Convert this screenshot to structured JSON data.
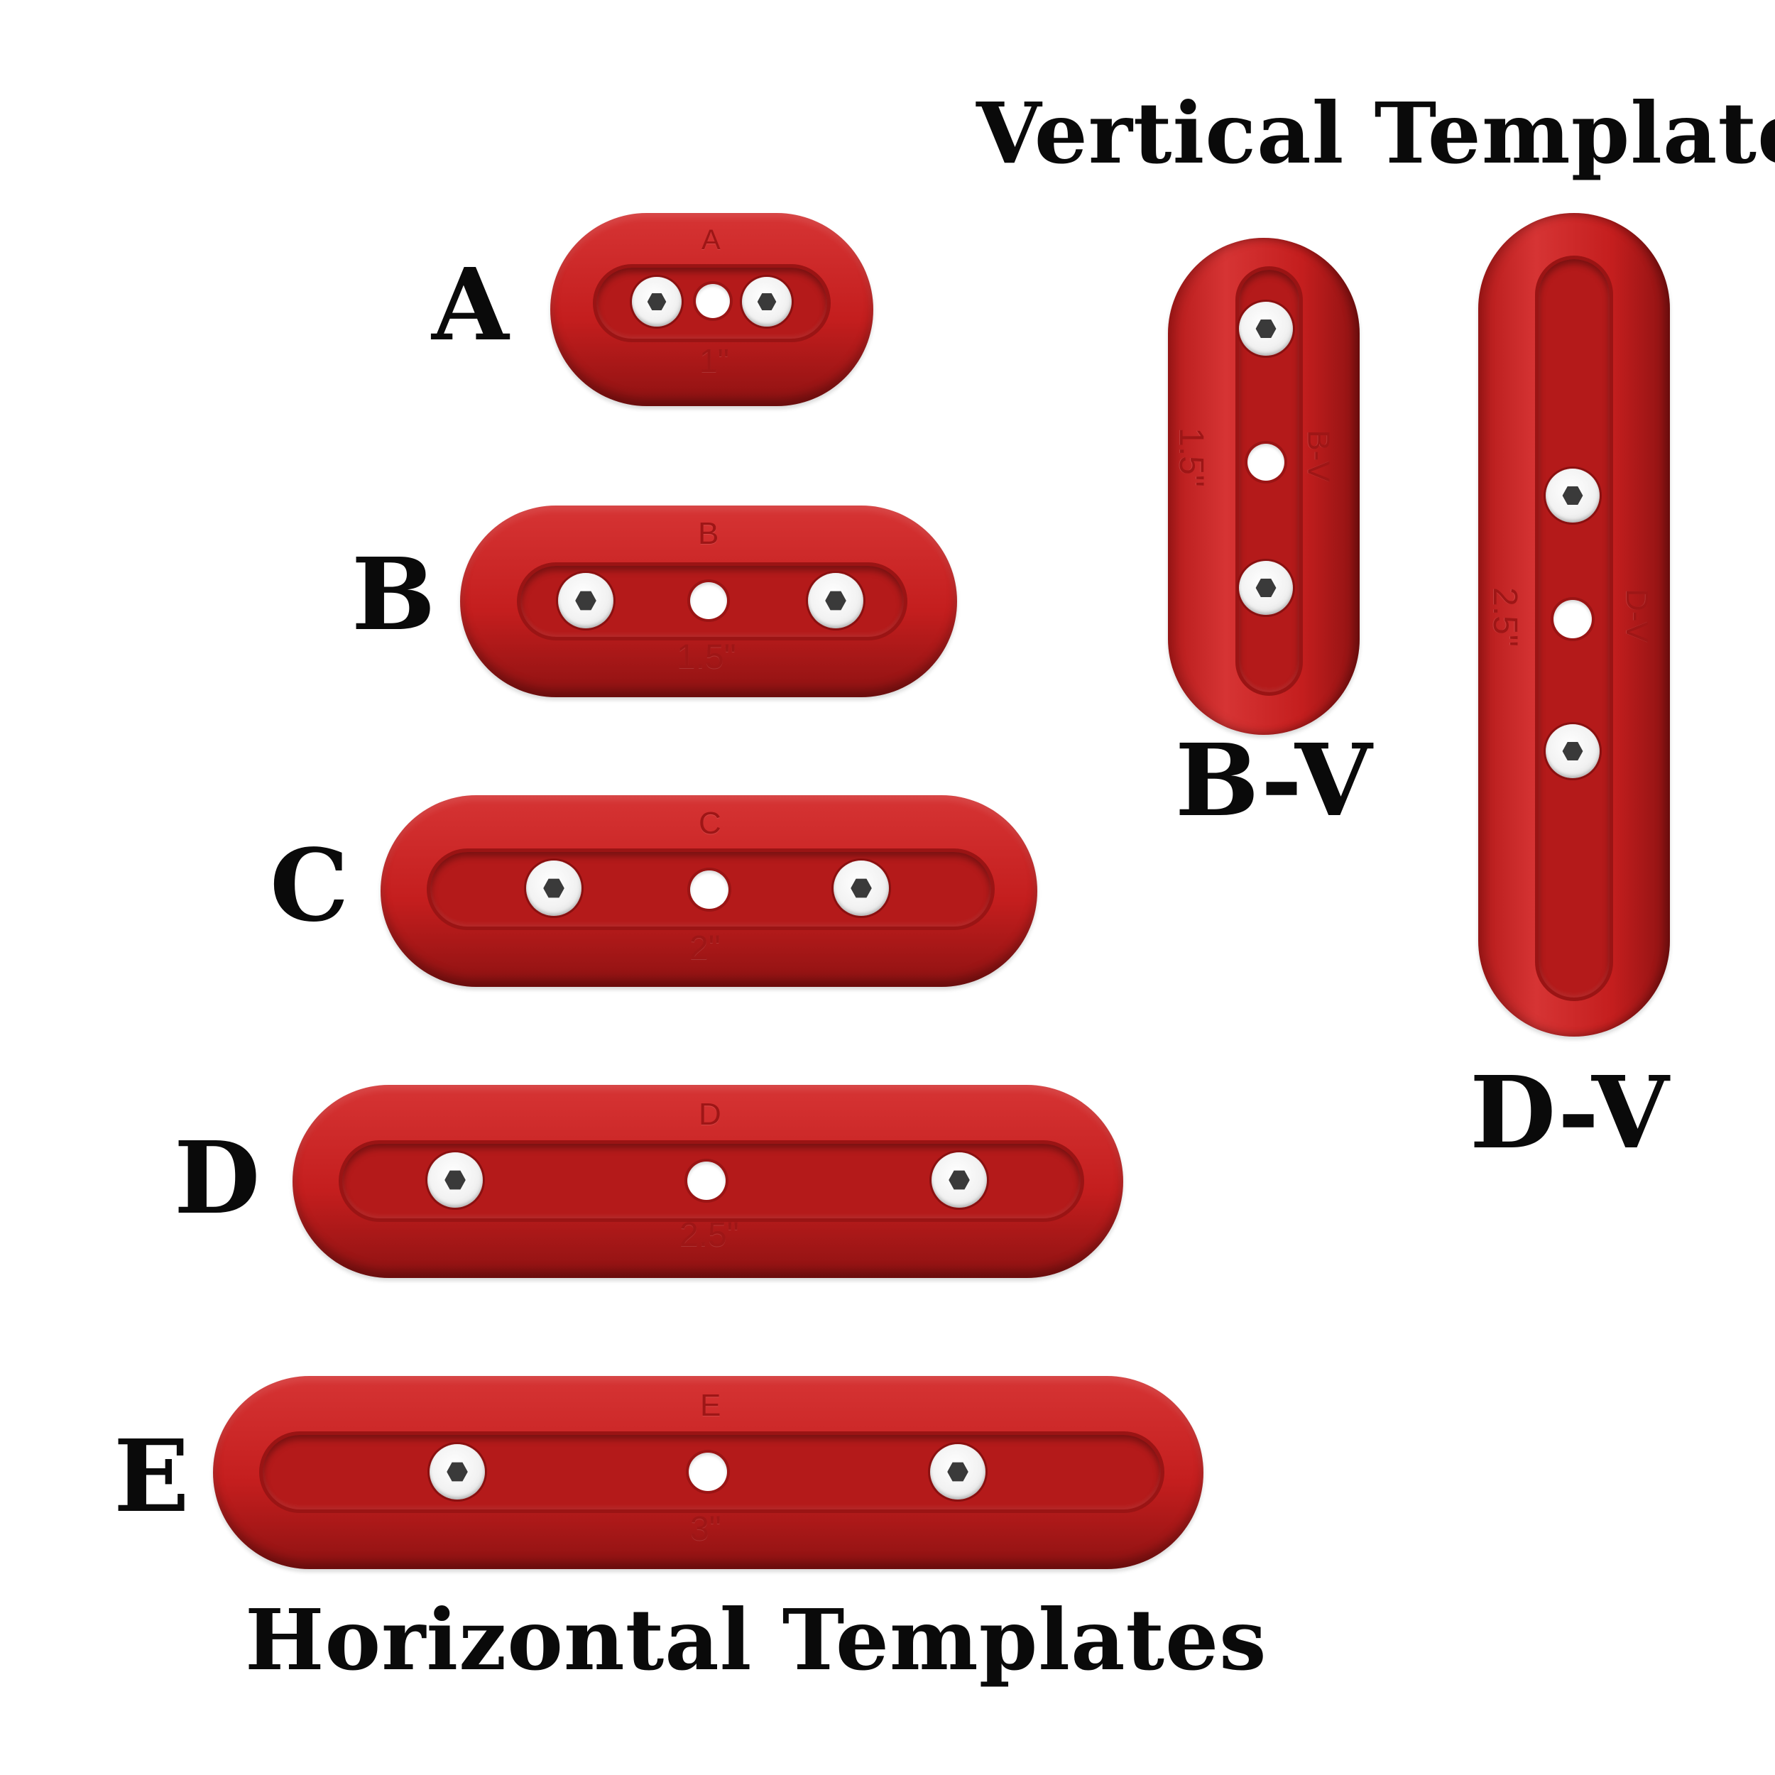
{
  "headings": {
    "vertical": "Vertical Templates",
    "horizontal": "Horizontal Templates"
  },
  "colors": {
    "template_red": "#c41e1e",
    "text": "#0a0a0a",
    "background": "#ffffff"
  },
  "templates": {
    "a": {
      "label": "A",
      "engraved_letter": "A",
      "size": "1\""
    },
    "b": {
      "label": "B",
      "engraved_letter": "B",
      "size": "1.5\""
    },
    "c": {
      "label": "C",
      "engraved_letter": "C",
      "size": "2\""
    },
    "d": {
      "label": "D",
      "engraved_letter": "D",
      "size": "2.5\""
    },
    "e": {
      "label": "E",
      "engraved_letter": "E",
      "size": "3\""
    },
    "bv": {
      "label": "B-V",
      "engraved_letter": "B-V",
      "size": "1.5\""
    },
    "dv": {
      "label": "D-V",
      "engraved_letter": "D-V",
      "size": "2.5\""
    }
  }
}
